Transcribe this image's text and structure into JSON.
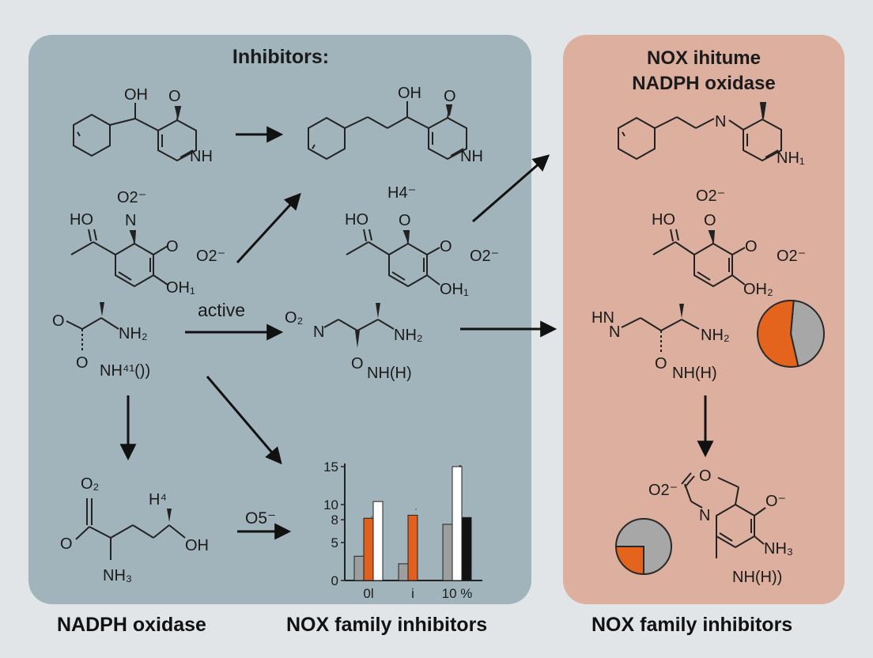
{
  "headings": {
    "left_title": "Inhibitors:",
    "right_title_line1": "NOX ihitume",
    "right_title_line2": "NADPH oxidase"
  },
  "captions": {
    "left": "NADPH oxidase",
    "middle": "NOX family inhibitors",
    "right": "NOX family inhibitors"
  },
  "molecule_labels": {
    "m1_oh": "OH",
    "m1_o": "O",
    "m1_nh": "NH",
    "m2_oh": "OH",
    "m2_o": "O",
    "m2_nh": "NH",
    "m3_o2": "O2⁻",
    "m3_ho": "HO",
    "m3_n": "N",
    "m3_o": "O",
    "m3_oh1": "OH₁",
    "free_o2_left": "O2⁻",
    "m4_h4": "H4⁻",
    "m4_ho": "HO",
    "m4_o_top": "O",
    "m4_o": "O",
    "m4_oh1": "OH₁",
    "free_o2_mid": "O2⁻",
    "m5_o": "O",
    "m5_nh2": "NH₂",
    "m5_o2": "O",
    "m5_nh": "NH⁴¹())",
    "arrow_active": "active",
    "m6_o2n": "O₂",
    "m6_n": "N",
    "m6_nh2": "NH₂",
    "m6_o": "O",
    "m6_nh": "NH(H)",
    "m7_o2": "O₂",
    "m7_o": "O",
    "m7_nh3": "NH₃",
    "m7_h": "H⁴",
    "m7_oh": "OH",
    "arrow_o5": "O5⁻",
    "r1_n": "N",
    "r1_nh1": "NH₁",
    "r2_o2": "O2⁻",
    "r2_ho": "HO",
    "r2_o_top": "O",
    "r2_o": "O",
    "r2_oh2": "OH₂",
    "free_o2_right": "O2⁻",
    "r3_hn": "HN",
    "r3_n": "N",
    "r3_nh2": "NH₂",
    "r3_o": "O",
    "r3_nh": "NH(H)",
    "r4_o2": "O2⁻",
    "r4_o_ring": "O",
    "r4_n": "N",
    "r4_o_side": "O⁻",
    "r4_nh3": "NH₃",
    "r4_nh": "NH(H))"
  },
  "chart_data": [
    {
      "type": "bar",
      "title": "",
      "xlabel": "",
      "ylabel": "",
      "ylim": [
        0,
        15
      ],
      "yticks": [
        "0",
        "5",
        "8",
        "10",
        "15"
      ],
      "categories": [
        "0l",
        "i",
        "10 %"
      ],
      "top_marks": [
        "ˌ",
        "ˈ",
        "-"
      ],
      "series": [
        {
          "values": [
            3.2,
            2.2,
            7.4
          ]
        },
        {
          "values": [
            8.2,
            8.6,
            0
          ]
        },
        {
          "values": [
            10.4,
            0,
            15.0
          ]
        },
        {
          "values": [
            0,
            0,
            8.3
          ]
        }
      ],
      "colors": [
        "#9e9e9e",
        "#e0601e",
        "#ffffff",
        "#111111"
      ]
    },
    {
      "type": "pie",
      "values": [
        45,
        55
      ],
      "colors": [
        "#a7a7a7",
        "#e4641e"
      ]
    },
    {
      "type": "pie",
      "values": [
        75,
        25
      ],
      "colors": [
        "#a7a7a7",
        "#e4641e"
      ]
    }
  ]
}
